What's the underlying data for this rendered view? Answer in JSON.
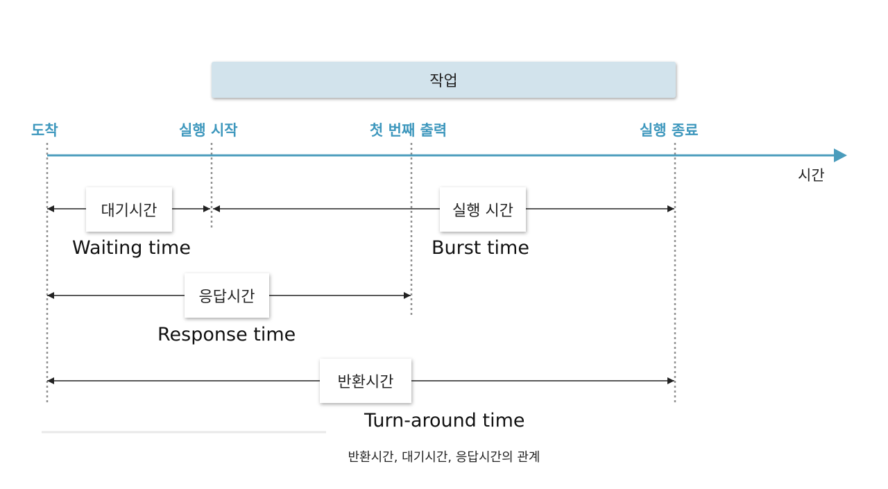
{
  "diagram": {
    "task_label": "작업",
    "time_axis_label": "시간",
    "events": {
      "arrival": "도착",
      "start": "실행 시작",
      "first_output": "첫 번째 출력",
      "end": "실행 종료"
    },
    "intervals": {
      "waiting": {
        "ko": "대기시간",
        "en": "Waiting time"
      },
      "burst": {
        "ko": "실행 시간",
        "en": "Burst time"
      },
      "response": {
        "ko": "응답시간",
        "en": "Response time"
      },
      "turnaround": {
        "ko": "반환시간",
        "en": "Turn-around time"
      }
    },
    "caption": "반환시간, 대기시간, 응답시간의 관계"
  },
  "colors": {
    "axis": "#4a9cbc",
    "event_label": "#3d97bd",
    "task_bar": "#d2e3ec",
    "guide": "#909090",
    "arrow": "#222222"
  }
}
